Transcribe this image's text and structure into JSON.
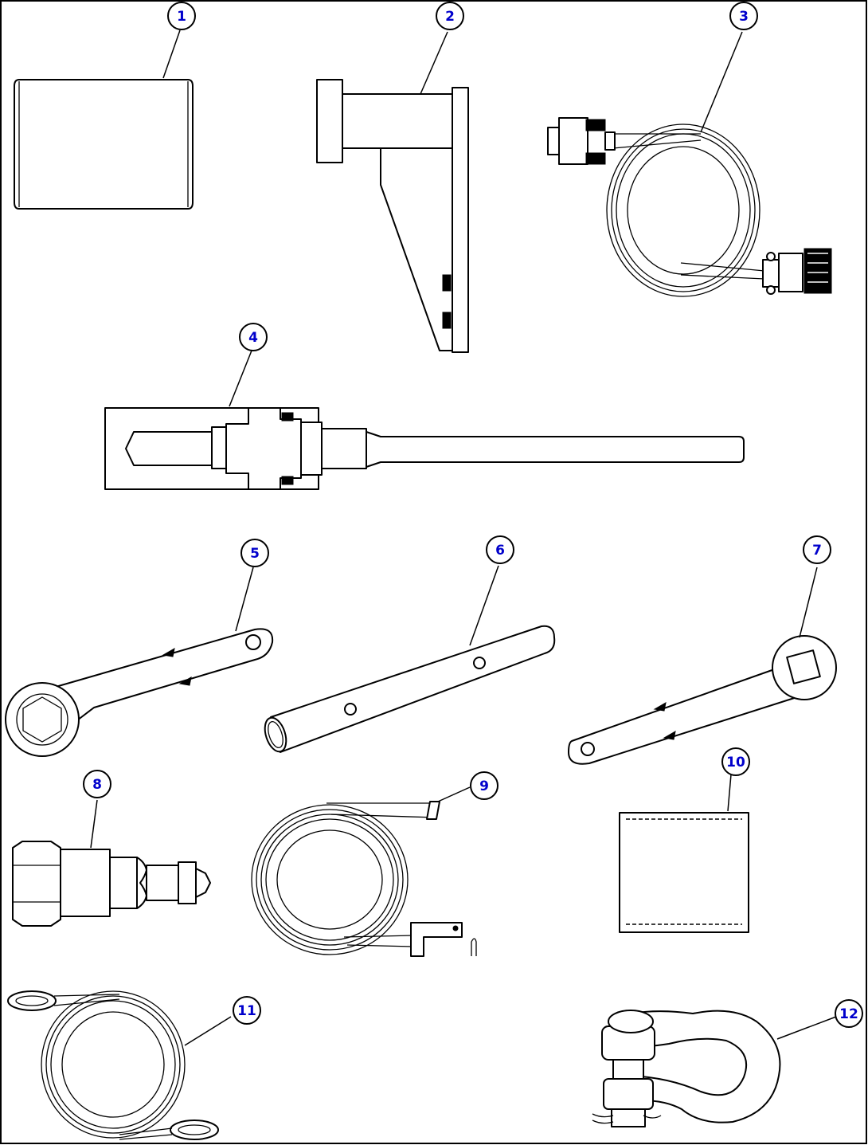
{
  "callouts": [
    {
      "id": "callout-1",
      "label": "1",
      "part": "sleeve"
    },
    {
      "id": "callout-2",
      "label": "2",
      "part": "bracket"
    },
    {
      "id": "callout-3",
      "label": "3",
      "part": "cable-with-connectors"
    },
    {
      "id": "callout-4",
      "label": "4",
      "part": "puller-tool"
    },
    {
      "id": "callout-5",
      "label": "5",
      "part": "box-wrench"
    },
    {
      "id": "callout-6",
      "label": "6",
      "part": "tube-bar"
    },
    {
      "id": "callout-7",
      "label": "7",
      "part": "square-drive-wrench"
    },
    {
      "id": "callout-8",
      "label": "8",
      "part": "quick-coupler"
    },
    {
      "id": "callout-9",
      "label": "9",
      "part": "hose-coil"
    },
    {
      "id": "callout-10",
      "label": "10",
      "part": "sleeve-band"
    },
    {
      "id": "callout-11",
      "label": "11",
      "part": "wire-rope-sling"
    },
    {
      "id": "callout-12",
      "label": "12",
      "part": "shackle"
    }
  ]
}
